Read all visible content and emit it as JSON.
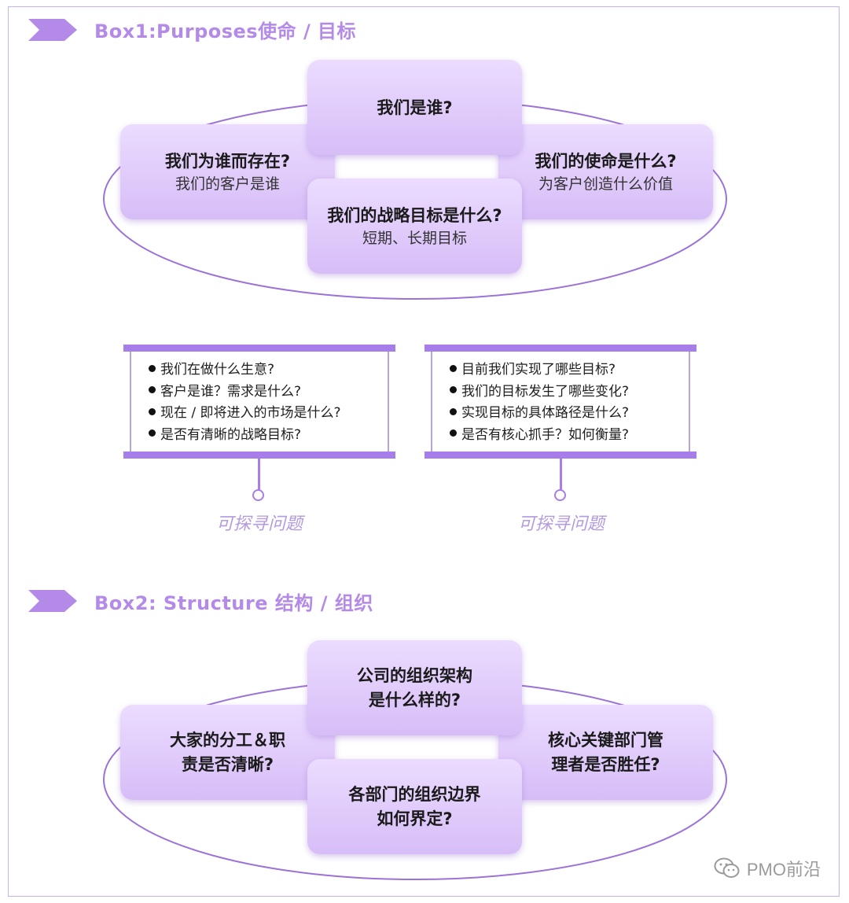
{
  "box1": {
    "title": "Box1:Purposes使命 / 目标",
    "center_top": {
      "title": "我们是谁?"
    },
    "left": {
      "title": "我们为谁而存在?",
      "sub": "我们的客户是谁"
    },
    "right": {
      "title": "我们的使命是什么?",
      "sub": "为客户创造什么价值"
    },
    "center_bottom": {
      "title": "我们的战略目标是什么?",
      "sub": "短期、长期目标"
    }
  },
  "questions": {
    "left_items": [
      "我们在做什么生意?",
      "客户是谁？需求是什么?",
      "现在 / 即将进入的市场是什么?",
      "是否有清晰的战略目标?"
    ],
    "right_items": [
      "目前我们实现了哪些目标?",
      "我们的目标发生了哪些变化?",
      "实现目标的具体路径是什么?",
      "是否有核心抓手？如何衡量?"
    ],
    "caption_left": "可探寻问题",
    "caption_right": "可探寻问题"
  },
  "box2": {
    "title": "Box2: Structure 结构 / 组织",
    "center_top": "公司的组织架构\n是什么样的?",
    "left": "大家的分工＆职\n责是否清晰?",
    "right": "核心关键部门管\n理者是否胜任?",
    "center_bottom": "各部门的组织边界\n如何界定?"
  },
  "watermark": {
    "text": "PMO前沿",
    "icon": "wechat-icon"
  },
  "colors": {
    "accent": "#a77ee9",
    "title": "#b48ae8",
    "box_top": "#ebdcff",
    "box_bottom": "#d7bdf7"
  }
}
